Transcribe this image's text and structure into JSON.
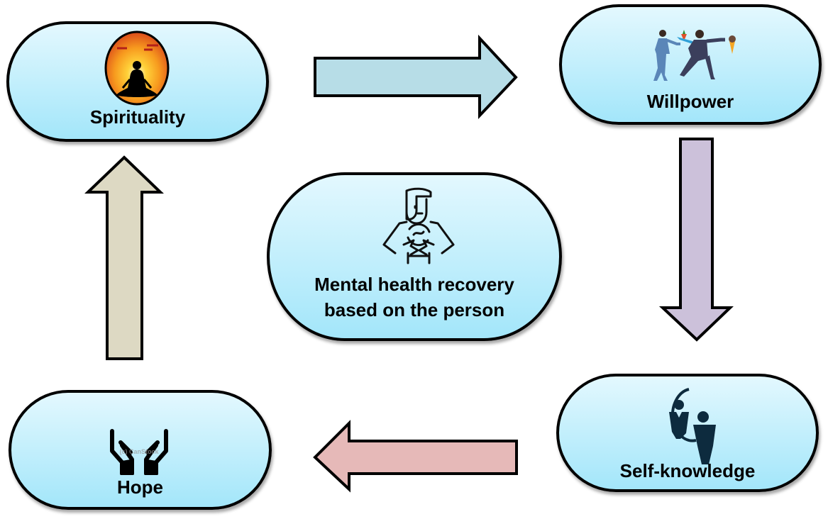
{
  "diagram": {
    "type": "cycle",
    "center": {
      "label": "Mental health recovery\nbased on the person",
      "icon": "person-recovery-icon"
    },
    "nodes": [
      {
        "id": "spirituality",
        "label": "Spirituality",
        "icon": "meditation-icon"
      },
      {
        "id": "willpower",
        "label": "Willpower",
        "icon": "carrot-chase-icon"
      },
      {
        "id": "self-knowledge",
        "label": "Self-knowledge",
        "icon": "self-reflection-icon"
      },
      {
        "id": "hope",
        "label": "Hope",
        "icon": "open-hands-icon",
        "watermark": "(c) CanStock"
      }
    ],
    "edges": [
      {
        "from": "spirituality",
        "to": "willpower",
        "direction": "right",
        "color": "#b7dde7"
      },
      {
        "from": "willpower",
        "to": "self-knowledge",
        "direction": "down",
        "color": "#ccc1da"
      },
      {
        "from": "self-knowledge",
        "to": "hope",
        "direction": "left",
        "color": "#e6b9b8"
      },
      {
        "from": "hope",
        "to": "spirituality",
        "direction": "up",
        "color": "#ddd9c3"
      }
    ]
  },
  "colors": {
    "node_fill_top": "#e3f8fe",
    "node_fill_bottom": "#a3e6fa",
    "outline": "#000000"
  }
}
